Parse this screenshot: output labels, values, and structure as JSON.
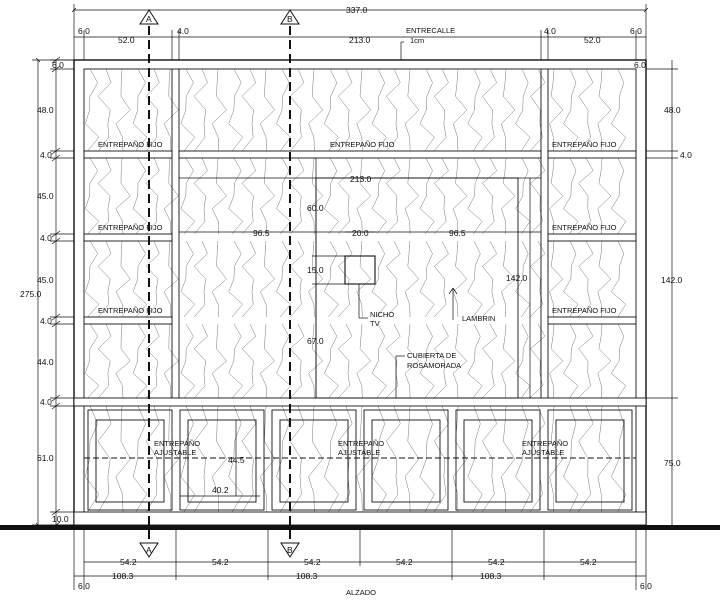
{
  "drawing": {
    "title": "ALZADO",
    "section_marks": [
      "A",
      "B"
    ],
    "top_dims": {
      "overall": "337.0",
      "left_edge": "6.0",
      "left_bay": "52.0",
      "left_div": "4.0",
      "center_bay": "213.0",
      "right_div": "4.0",
      "right_bay": "52.0",
      "right_edge": "6.0"
    },
    "left_dims": {
      "overall": "275.0",
      "values": [
        "6.0",
        "48.0",
        "4.0",
        "45.0",
        "4.0",
        "45.0",
        "4.0",
        "44.0",
        "4.0",
        "61.0",
        "10.0"
      ]
    },
    "right_dims": {
      "values": [
        "6.0",
        "48.0",
        "4.0",
        "142.0",
        "75.0"
      ]
    },
    "bottom_dims": {
      "row1": [
        "54.2",
        "54.2",
        "54.2",
        "54.2",
        "54.2",
        "54.2"
      ],
      "row2": [
        "108.3",
        "108.3",
        "108.3"
      ],
      "left_edge": "6.0",
      "right_edge": "6.0"
    },
    "inner_dims": {
      "upper_width": "213.0",
      "left_half": "96.5",
      "niche_width": "20.0",
      "right_half": "96.5",
      "d60": "60.0",
      "d15": "15.0",
      "d67": "67.0",
      "h142": "142.0",
      "drawer_width": "40.2",
      "drawer_height": "44.5"
    },
    "labels": {
      "entrecalle": "ENTRECALLE",
      "entrecalle_sub": "1cm",
      "shelf_fixed": "ENTREPAÑO FIJO",
      "shelf_adj_1": "ENTREPAÑO",
      "shelf_adj_2": "AJUSTABLE",
      "nicho_1": "NICHO",
      "nicho_2": "TV",
      "lambrin": "LAMBRIN",
      "cubierta_1": "CUBIERTA DE",
      "cubierta_2": "ROSAMORADA"
    }
  }
}
